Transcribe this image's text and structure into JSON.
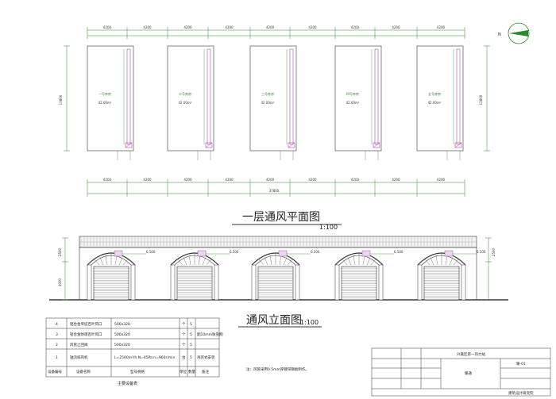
{
  "plan": {
    "title": "一层通风平面图",
    "scale": "1:100",
    "bay_width": "4200",
    "total_length": "37800",
    "depth": "13800",
    "doors": [
      {
        "room": "一号库房",
        "area": "42.00m²"
      },
      {
        "room": "二号库房",
        "area": "42.00m²"
      },
      {
        "room": "三号库房",
        "area": "42.00m²"
      },
      {
        "room": "四号库房",
        "area": "42.00m²"
      },
      {
        "room": "五号库房",
        "area": "42.00m²"
      }
    ]
  },
  "elevation": {
    "title": "通风立面图",
    "scale": "1:100",
    "level_mark": "6.500",
    "dim_left_a": "2500",
    "dim_left_b": "4000",
    "dim_right": "2500"
  },
  "equipment_table": {
    "title": "主要设备表",
    "headers": [
      "设备编号",
      "设备名称",
      "型号规格",
      "单位",
      "数量",
      "备注"
    ],
    "rows": [
      {
        "no": "4",
        "name": "铝合金单层百叶风口",
        "spec": "500x320",
        "unit": "个",
        "qty": "5",
        "note": ""
      },
      {
        "no": "3",
        "name": "铝合金防雨百叶风口",
        "spec": "500x320",
        "unit": "个",
        "qty": "5",
        "note": "配10mm防虫网"
      },
      {
        "no": "2",
        "name": "风管止回阀",
        "spec": "500x320",
        "unit": "个",
        "qty": "5",
        "note": ""
      },
      {
        "no": "1",
        "name": "轴流排风机",
        "spec": "L=2500m³/h N=45Pa n=960r/min",
        "unit": "台",
        "qty": "5",
        "note": "吊装式安装"
      }
    ]
  },
  "note": "注：风管采用0.5mm厚镀锌钢板制作。",
  "title_block": {
    "project": "兴嘉区第一热力站",
    "drawing_name": "暖通",
    "drawing_no": "暖-01",
    "company": "建筑设计研究院"
  },
  "north_arrow": "north-arrow-icon"
}
